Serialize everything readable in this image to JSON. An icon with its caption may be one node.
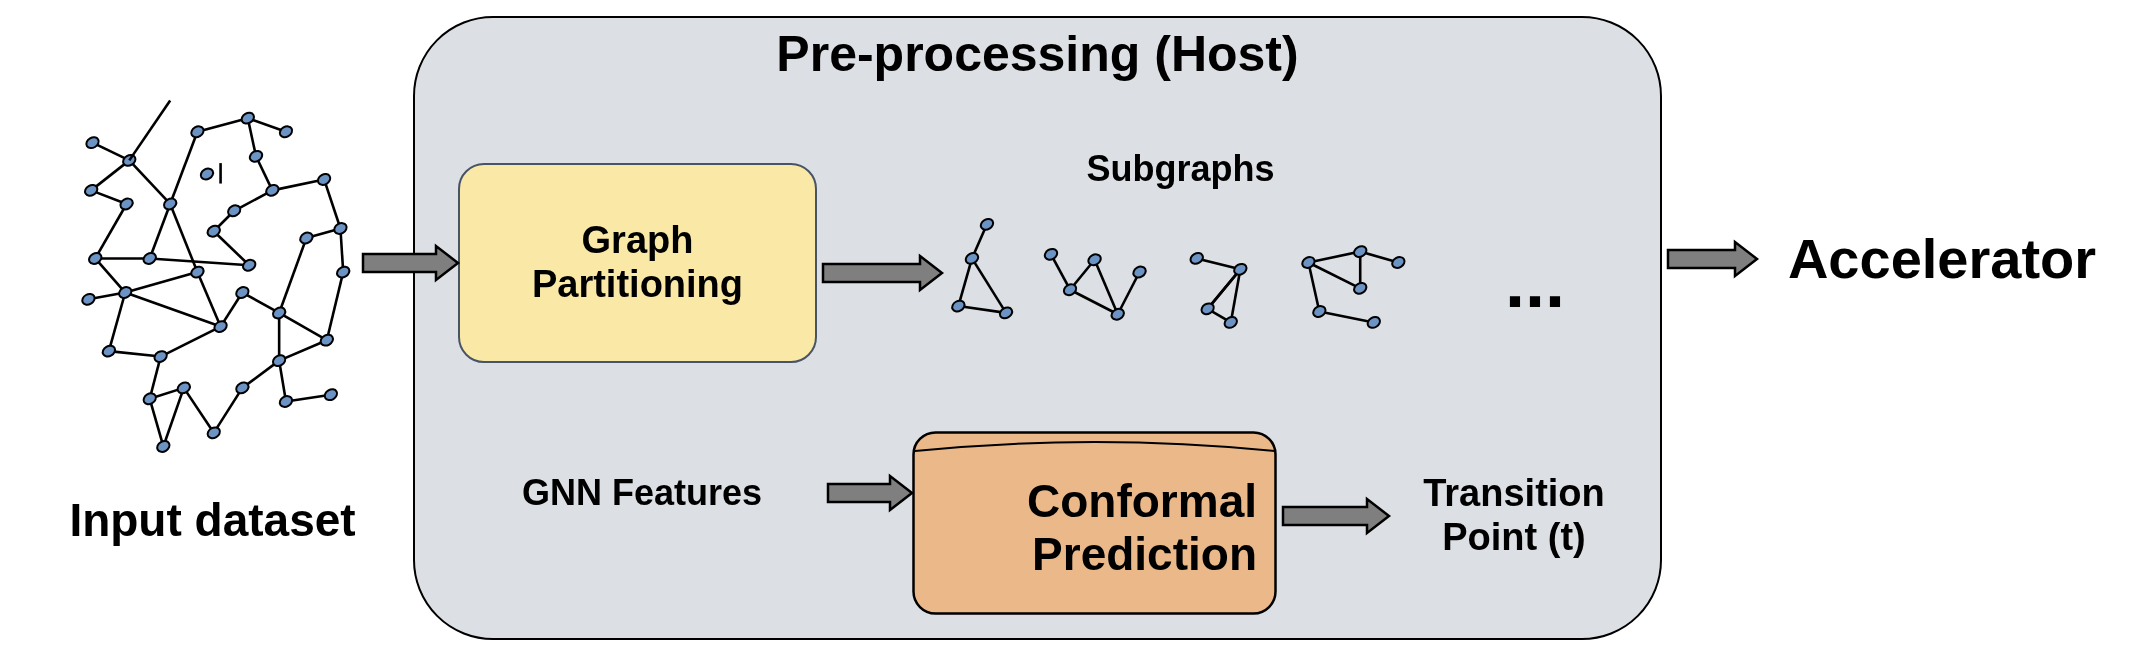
{
  "diagram": {
    "nodes": [
      {
        "text": [],
        "shape": "picture",
        "beside": [
          "Input dataset"
        ]
      },
      {
        "text": [
          "Pre-processing (Host)"
        ]
      },
      {
        "text": [
          "Graph Partitioning"
        ],
        "in": 1
      },
      {
        "text": [],
        "shape": "picture",
        "beside": [
          "Subgraphs"
        ],
        "in": 1
      },
      {
        "text": [
          "Accelerator"
        ]
      },
      {
        "text": [
          "GNN Features"
        ],
        "in": 1
      },
      {
        "text": [
          "Conformal Prediction"
        ],
        "in": 1
      },
      {
        "text": [
          "Transition Point (t)"
        ],
        "in": 1
      }
    ],
    "edges": [
      {
        "from": 0,
        "to": 2,
        "arrow": "to"
      },
      {
        "from": 2,
        "to": 3,
        "arrow": "to"
      },
      {
        "from": 1,
        "to": 4,
        "arrow": "to"
      },
      {
        "from": 5,
        "to": 6,
        "arrow": "to"
      },
      {
        "from": 6,
        "to": 7,
        "arrow": "to"
      }
    ],
    "labels": [
      "..."
    ]
  }
}
